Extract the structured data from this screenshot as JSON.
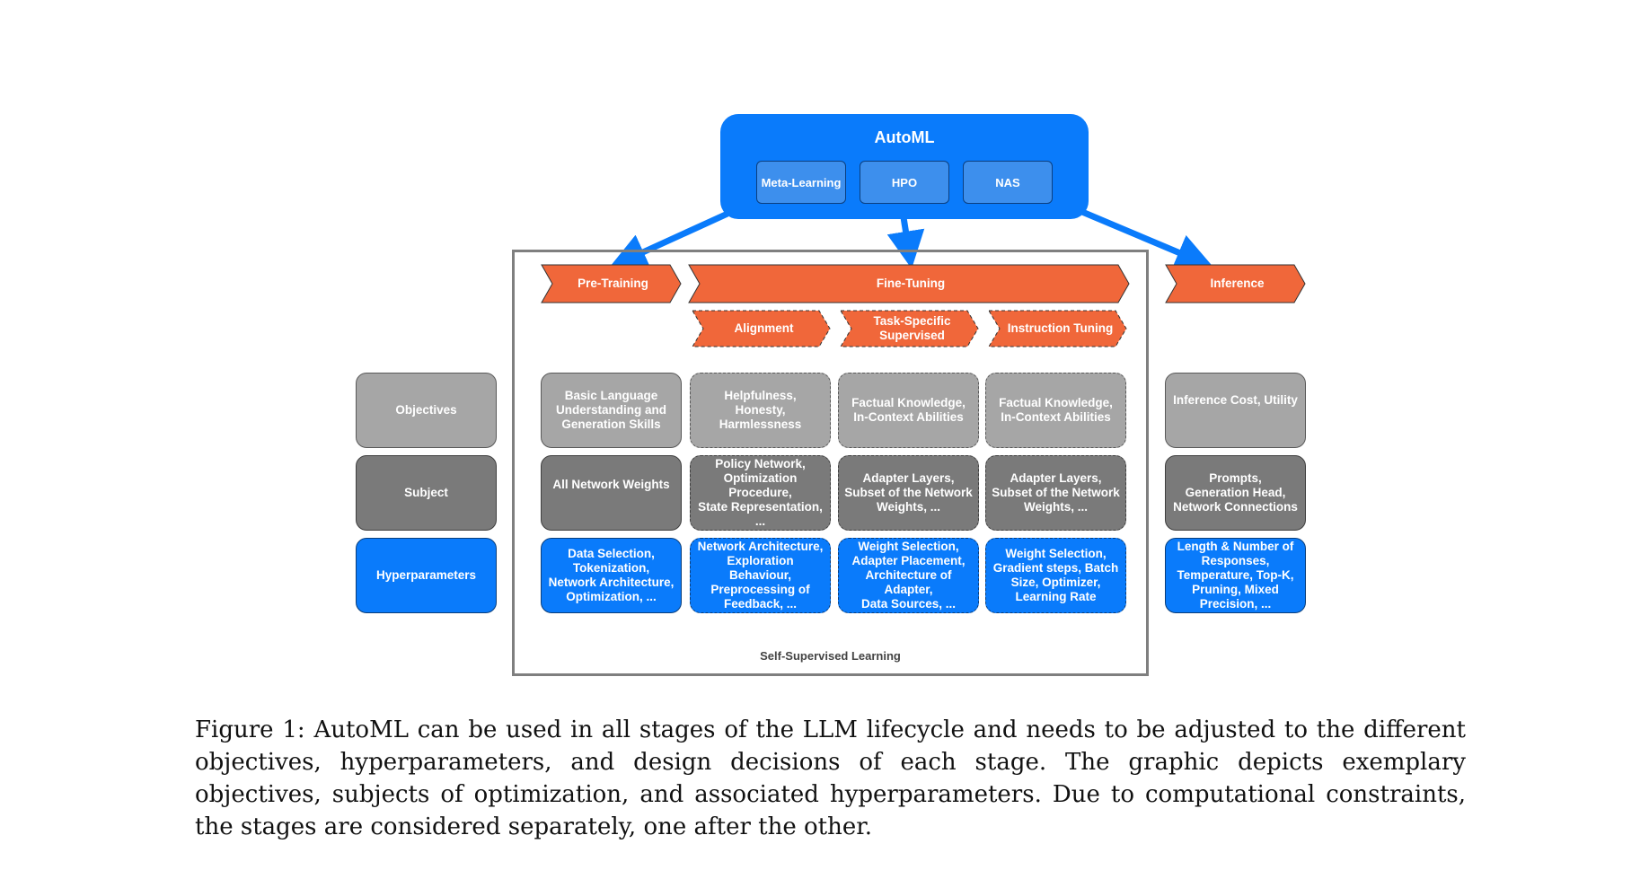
{
  "automl": {
    "title": "AutoML",
    "methods": [
      "Meta-Learning",
      "HPO",
      "NAS"
    ]
  },
  "stages": {
    "pretraining": "Pre-Training",
    "finetuning": "Fine-Tuning",
    "inference": "Inference",
    "substages": [
      "Alignment",
      "Task-Specific\nSupervised",
      "Instruction Tuning"
    ]
  },
  "row_labels": {
    "objectives": "Objectives",
    "subject": "Subject",
    "hyperparameters": "Hyperparameters"
  },
  "cells": {
    "objectives": [
      "Basic Language\nUnderstanding and\nGeneration Skills",
      "Helpfulness,\nHonesty,\nHarmlessness",
      "Factual Knowledge,\nIn-Context Abilities",
      "Factual Knowledge,\nIn-Context Abilities",
      "Inference Cost, Utility"
    ],
    "subject": [
      "All Network Weights",
      "Policy Network,\nOptimization Procedure,\nState Representation, ...",
      "Adapter Layers,\nSubset of the Network\nWeights, ...",
      "Adapter Layers,\nSubset of the Network\nWeights, ...",
      "Prompts,\nGeneration Head,\nNetwork Connections"
    ],
    "hyperparameters": [
      "Data Selection,\nTokenization,\nNetwork Architecture,\nOptimization, ...",
      "Network Architecture,\nExploration Behaviour,\nPreprocessing of\nFeedback, ...",
      "Weight Selection,\nAdapter Placement,\nArchitecture of Adapter,\nData Sources, ...",
      "Weight Selection,\nGradient steps, Batch\nSize, Optimizer,\nLearning Rate",
      "Length & Number of\nResponses,\nTemperature, Top-K,\nPruning, Mixed\nPrecision, ..."
    ]
  },
  "frame_label": "Self-Supervised Learning",
  "caption": "Figure 1: AutoML can be used in all stages of the LLM lifecycle and needs to be adjusted to the different objectives, hyperparameters, and design decisions of each stage. The graphic depicts exemplary objectives, subjects of optimization, and associated hyperparameters. Due to computational constraints, the stages are considered separately, one after the other.",
  "colors": {
    "automl_blue": "#0a7bfb",
    "stage_orange": "#f0673a",
    "objective_gray": "#a6a6a6",
    "subject_gray": "#7a7a7a"
  }
}
